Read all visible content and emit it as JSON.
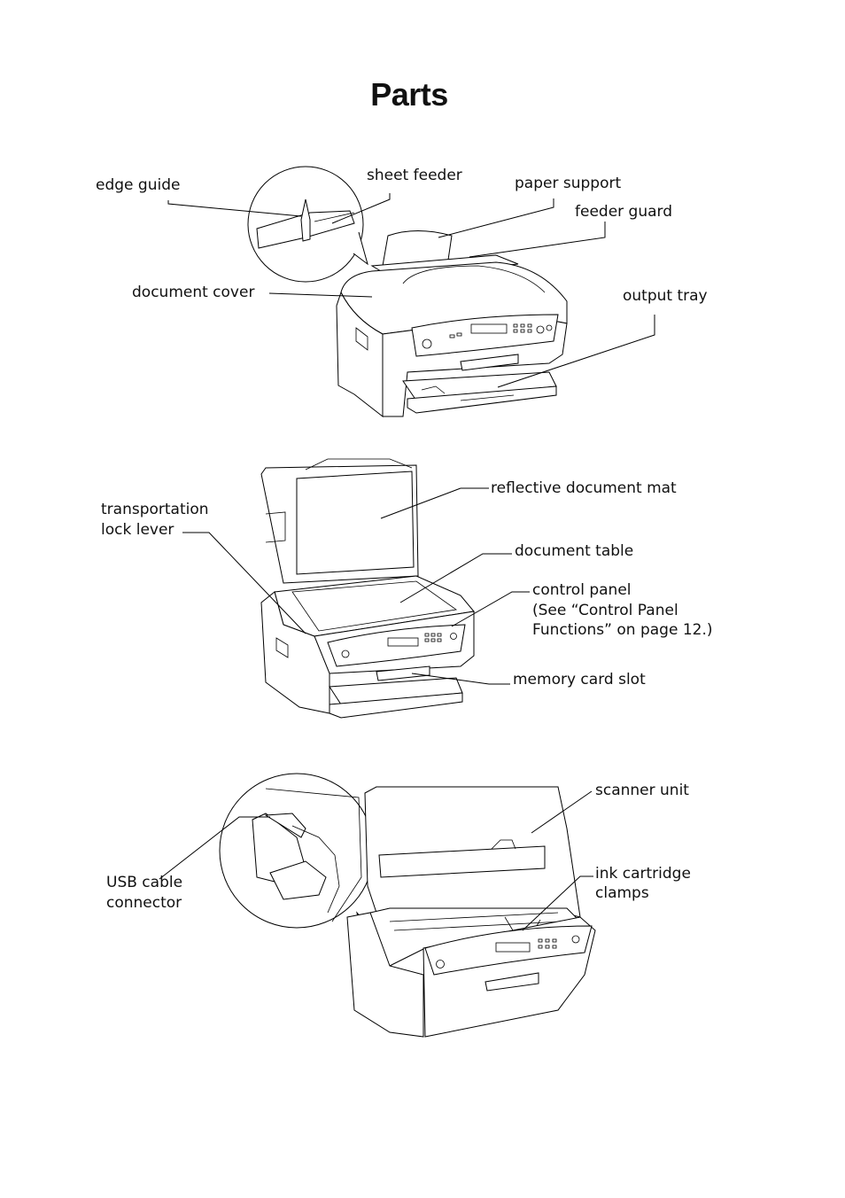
{
  "page": {
    "title": "Parts"
  },
  "diagram1": {
    "labels": {
      "edge_guide": "edge guide",
      "sheet_feeder": "sheet feeder",
      "paper_support": "paper support",
      "feeder_guard": "feeder guard",
      "document_cover": "document cover",
      "output_tray": "output tray"
    }
  },
  "diagram2": {
    "labels": {
      "reflective_document_mat": "reflective document mat",
      "transportation_lock_lever_line1": "transportation",
      "transportation_lock_lever_line2": "lock lever",
      "document_table": "document table",
      "control_panel_line1": "control panel",
      "control_panel_line2": "(See “Control Panel",
      "control_panel_line3": "Functions” on page 12.)",
      "memory_card_slot": "memory card slot"
    }
  },
  "diagram3": {
    "labels": {
      "scanner_unit": "scanner unit",
      "usb_cable_connector_line1": "USB cable",
      "usb_cable_connector_line2": "connector",
      "ink_cartridge_clamps_line1": "ink cartridge",
      "ink_cartridge_clamps_line2": "clamps"
    }
  },
  "icons": [
    "printer-illustration-front",
    "printer-illustration-open-cover",
    "printer-illustration-open-scanner"
  ]
}
